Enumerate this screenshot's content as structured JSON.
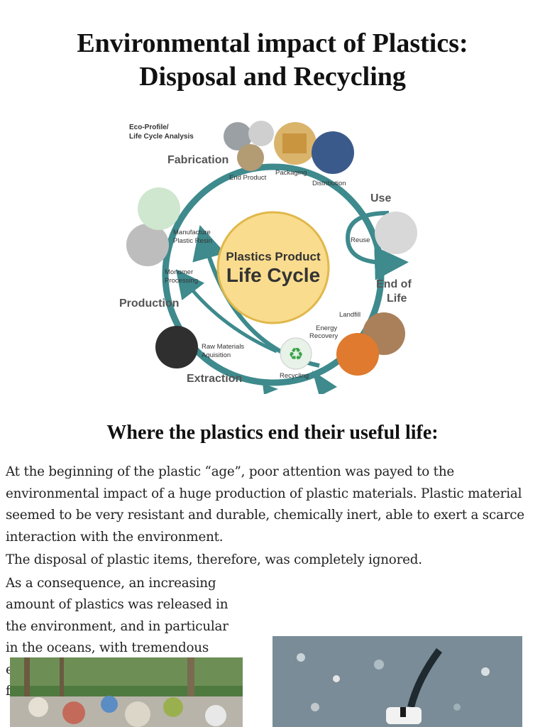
{
  "title": {
    "line1": "Environmental impact of  Plastics:",
    "line2": "Disposal and Recycling"
  },
  "diagram": {
    "header_line1": "Eco-Profile/",
    "header_line2": "Life Cycle Analysis",
    "center_line1": "Plastics Product",
    "center_line2": "Life Cycle",
    "center_color": "#f9dc8e",
    "ring_color": "#3e8a8d",
    "stages": {
      "fabrication": "Fabrication",
      "use": "Use",
      "end_of_life_1": "End of",
      "end_of_life_2": "Life",
      "production": "Production",
      "extraction": "Extraction"
    },
    "labels": {
      "end_product": "End Product",
      "packaging": "Packaging",
      "distribution": "Distribution",
      "reuse": "Reuse",
      "landfill": "Landfill",
      "energy_1": "Energy",
      "energy_2": "Recovery",
      "recycling": "Recycling",
      "raw_1": "Raw Materials",
      "raw_2": "Aquisition",
      "monomer_1": "Monomer",
      "monomer_2": "Processing",
      "manufacture_1": "Manufacture",
      "manufacture_2": "Plastic Resin"
    }
  },
  "subtitle": "Where the plastics end their useful life:",
  "paragraphs": [
    "At the beginning of the plastic “age”, poor attention was payed to the environmental impact of a huge production of plastic materials. Plastic material seemed to be very resistant and durable, chemically inert, able to exert a scarce interaction with the environment.",
    "The disposal of plastic items, therefore, was completely ignored.",
    "As a consequence, an increasing amount of plastics was released in the environment, and in particular in the oceans, with tremendous effects on the environment (i.e. the fishes)."
  ]
}
